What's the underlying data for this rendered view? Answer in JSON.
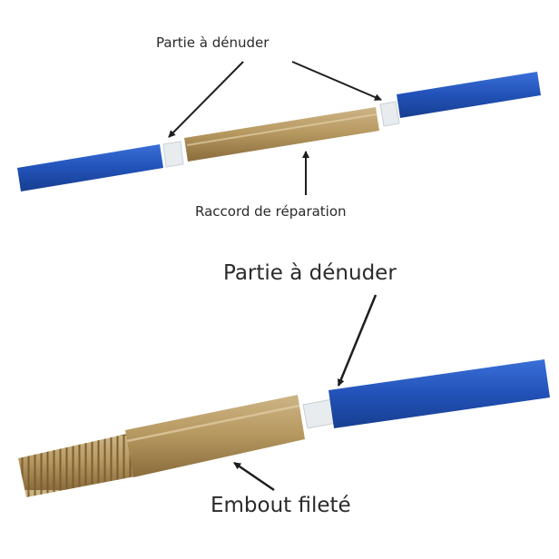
{
  "labels": {
    "top_strip": "Partie à dénuder",
    "top_coupler": "Raccord de réparation",
    "bottom_strip": "Partie à dénuder",
    "bottom_end": "Embout fileté"
  },
  "colors": {
    "rod_blue": "#2252b8",
    "brass": "#b89a62",
    "stripped_core": "#e8ecef",
    "arrow": "#1e1e1e"
  }
}
